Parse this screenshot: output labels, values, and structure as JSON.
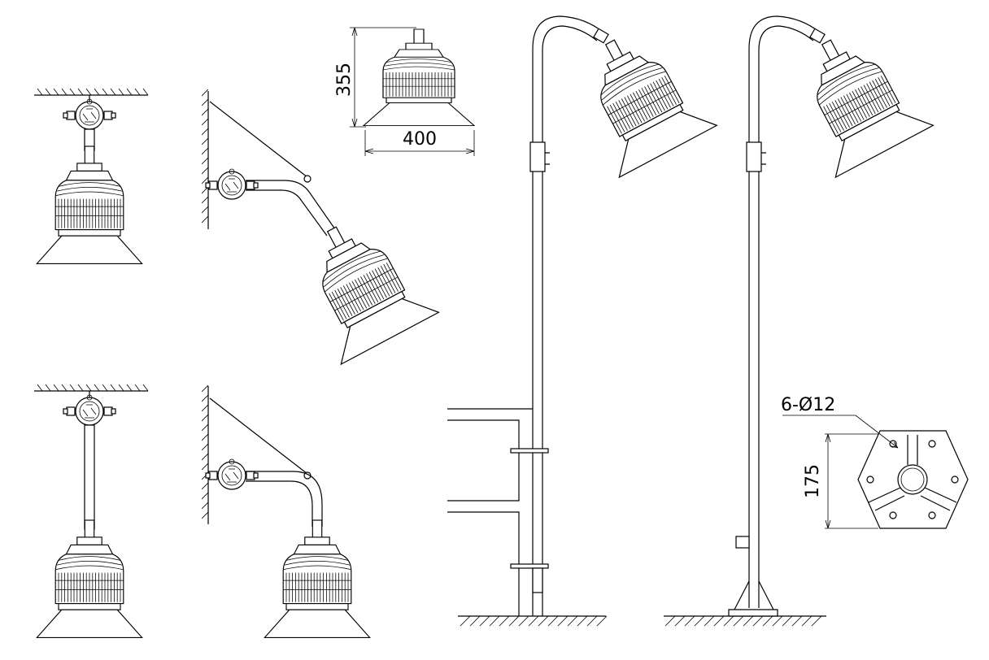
{
  "drawing": {
    "dim_height": "355",
    "dim_width": "400",
    "dim_holes": "6-Ø12",
    "dim_base": "175"
  },
  "views": [
    {
      "id": "ceiling-mount-short"
    },
    {
      "id": "wall-mount-brace-angled"
    },
    {
      "id": "lamp-dimension-view"
    },
    {
      "id": "pole-mount-clamped"
    },
    {
      "id": "pole-mount-flanged"
    },
    {
      "id": "ceiling-mount-long"
    },
    {
      "id": "wall-mount-brace-curved"
    },
    {
      "id": "base-flange-plan"
    }
  ],
  "colors": {
    "line": "#000000",
    "background": "#ffffff"
  }
}
